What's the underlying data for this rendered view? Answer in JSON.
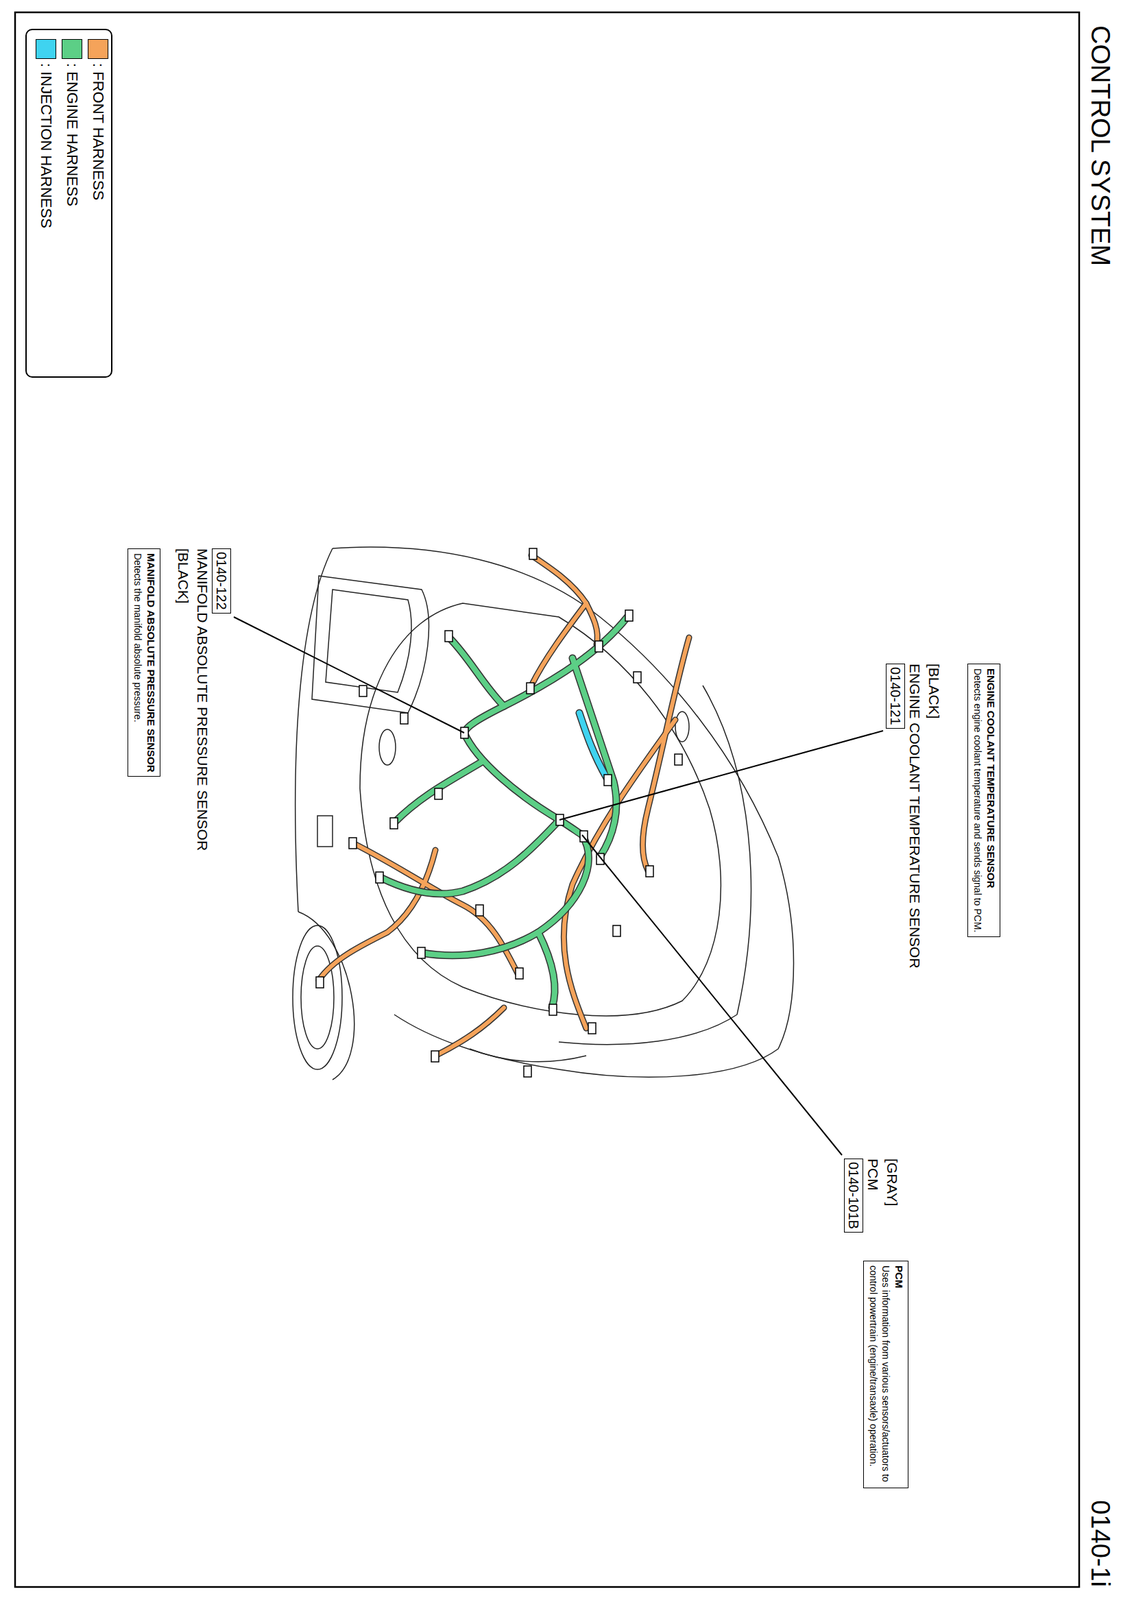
{
  "diagram": {
    "title": "CONTROL SYSTEM",
    "nodes": [
      {
        "text": [
          "ENGINE COOLANT TEMPERATURE SENSOR",
          "Detects engine coolant temperature and sends signal to PCM."
        ]
      },
      {
        "text": [
          "[BLACK]",
          "ENGINE COOLANT TEMPERATURE SENSOR",
          "0140-121"
        ]
      },
      {
        "text": [
          "[GRAY]",
          "PCM",
          "0140-101B"
        ]
      },
      {
        "text": [
          "PCM",
          "Uses information from various sensors/actuators to control powertrain (engine/transaxle) operation."
        ]
      },
      {
        "text": [
          "0140-122",
          "MANIFOLD ABSOLUTE PRESSURE SENSOR",
          "[BLACK]"
        ]
      },
      {
        "text": [
          "MANIFOLD ABSOLUTE PRESSURE SENSOR",
          "Detects the manifold absolute pressure."
        ]
      }
    ],
    "labels": [
      "0140-1i"
    ],
    "legend": [
      {
        "text": ": FRONT HARNESS",
        "color": "#f5a35a"
      },
      {
        "text": ": ENGINE HARNESS",
        "color": "#5ccf86"
      },
      {
        "text": ": INJECTION HARNESS",
        "color": "#3fd3f0"
      }
    ]
  }
}
